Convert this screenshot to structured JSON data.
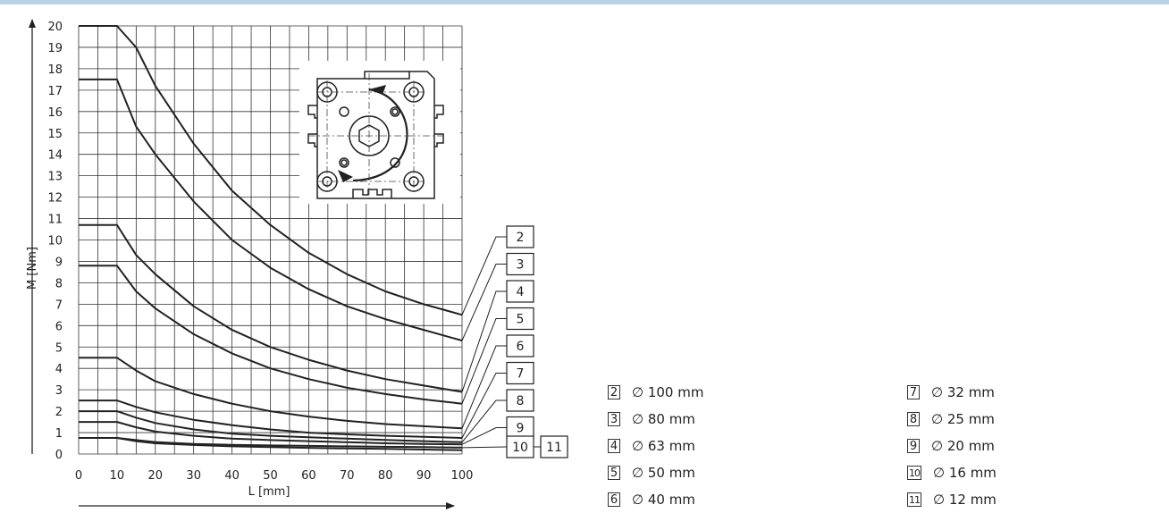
{
  "chart_data": {
    "type": "line",
    "title": "",
    "xlabel": "L  [mm]",
    "ylabel": "M  [Nm]",
    "xlim": [
      0,
      100
    ],
    "ylim": [
      0,
      20
    ],
    "grid": true,
    "x_ticks": [
      0,
      10,
      20,
      30,
      40,
      50,
      60,
      70,
      80,
      90,
      100
    ],
    "y_ticks": [
      0,
      1,
      2,
      3,
      4,
      5,
      6,
      7,
      8,
      9,
      10,
      11,
      12,
      13,
      14,
      15,
      16,
      17,
      18,
      19,
      20
    ],
    "x_tick_labels": [
      "0",
      "10",
      "20",
      "30",
      "40",
      "50",
      "60",
      "70",
      "80",
      "90",
      "100"
    ],
    "y_tick_labels": [
      "0",
      "1",
      "2",
      "3",
      "4",
      "5",
      "6",
      "7",
      "8",
      "9",
      "10",
      "11",
      "12",
      "13",
      "14",
      "15",
      "16",
      "17",
      "18",
      "19",
      "20"
    ],
    "series": [
      {
        "name": "2",
        "x": [
          0,
          10,
          15,
          20,
          30,
          40,
          50,
          60,
          70,
          80,
          90,
          100
        ],
        "y": [
          20,
          20,
          19.0,
          17.2,
          14.5,
          12.3,
          10.7,
          9.4,
          8.4,
          7.6,
          7.0,
          6.5
        ]
      },
      {
        "name": "3",
        "x": [
          0,
          10,
          15,
          20,
          30,
          40,
          50,
          60,
          70,
          80,
          90,
          100
        ],
        "y": [
          17.5,
          17.5,
          15.3,
          14.0,
          11.8,
          10.0,
          8.7,
          7.7,
          6.9,
          6.3,
          5.8,
          5.3
        ]
      },
      {
        "name": "4",
        "x": [
          0,
          10,
          15,
          20,
          30,
          40,
          50,
          60,
          70,
          80,
          90,
          100
        ],
        "y": [
          10.7,
          10.7,
          9.3,
          8.4,
          6.9,
          5.8,
          5.0,
          4.4,
          3.9,
          3.5,
          3.2,
          2.9
        ]
      },
      {
        "name": "5",
        "x": [
          0,
          10,
          15,
          20,
          30,
          40,
          50,
          60,
          70,
          80,
          90,
          100
        ],
        "y": [
          8.8,
          8.8,
          7.6,
          6.8,
          5.6,
          4.7,
          4.0,
          3.5,
          3.1,
          2.8,
          2.55,
          2.35
        ]
      },
      {
        "name": "6",
        "x": [
          0,
          10,
          15,
          20,
          30,
          40,
          50,
          60,
          70,
          80,
          90,
          100
        ],
        "y": [
          4.5,
          4.5,
          3.9,
          3.4,
          2.8,
          2.35,
          2.0,
          1.75,
          1.55,
          1.4,
          1.3,
          1.2
        ]
      },
      {
        "name": "7",
        "x": [
          0,
          10,
          15,
          20,
          30,
          40,
          50,
          60,
          70,
          80,
          90,
          100
        ],
        "y": [
          2.5,
          2.5,
          2.2,
          1.95,
          1.6,
          1.35,
          1.15,
          1.0,
          0.92,
          0.85,
          0.8,
          0.75
        ]
      },
      {
        "name": "8",
        "x": [
          0,
          10,
          15,
          20,
          30,
          40,
          50,
          60,
          70,
          80,
          90,
          100
        ],
        "y": [
          2.0,
          2.0,
          1.7,
          1.45,
          1.15,
          0.95,
          0.85,
          0.78,
          0.72,
          0.66,
          0.6,
          0.55
        ]
      },
      {
        "name": "9",
        "x": [
          0,
          10,
          15,
          20,
          30,
          40,
          50,
          60,
          70,
          80,
          90,
          100
        ],
        "y": [
          1.5,
          1.5,
          1.25,
          1.05,
          0.85,
          0.72,
          0.65,
          0.6,
          0.55,
          0.5,
          0.47,
          0.45
        ]
      },
      {
        "name": "10",
        "x": [
          0,
          10,
          15,
          20,
          30,
          40,
          50,
          60,
          70,
          80,
          90,
          100
        ],
        "y": [
          0.75,
          0.75,
          0.65,
          0.56,
          0.47,
          0.43,
          0.4,
          0.38,
          0.36,
          0.34,
          0.32,
          0.3
        ]
      },
      {
        "name": "11",
        "x": [
          0,
          10,
          15,
          20,
          30,
          40,
          50,
          60,
          70,
          80,
          90,
          100
        ],
        "y": [
          0.75,
          0.75,
          0.6,
          0.5,
          0.42,
          0.36,
          0.32,
          0.29,
          0.26,
          0.24,
          0.21,
          0.18
        ]
      }
    ],
    "callouts": [
      "2",
      "3",
      "4",
      "5",
      "6",
      "7",
      "8",
      "9",
      "10",
      "11"
    ]
  },
  "legend": [
    {
      "num": "2",
      "label": "∅ 100 mm"
    },
    {
      "num": "3",
      "label": "∅ 80 mm"
    },
    {
      "num": "4",
      "label": "∅ 63 mm"
    },
    {
      "num": "5",
      "label": "∅ 50 mm"
    },
    {
      "num": "6",
      "label": "∅ 40 mm"
    },
    {
      "num": "7",
      "label": "∅ 32 mm"
    },
    {
      "num": "8",
      "label": "∅ 25 mm"
    },
    {
      "num": "9",
      "label": "∅ 20 mm"
    },
    {
      "num": "10",
      "label": "∅ 16 mm"
    },
    {
      "num": "11",
      "label": "∅ 12 mm"
    }
  ],
  "colors": {
    "top_bar": "#b7d2e6",
    "ink": "#222222",
    "grid": "#333333"
  },
  "icons": {
    "inset": "cylinder-end-cap-diagram-icon"
  }
}
